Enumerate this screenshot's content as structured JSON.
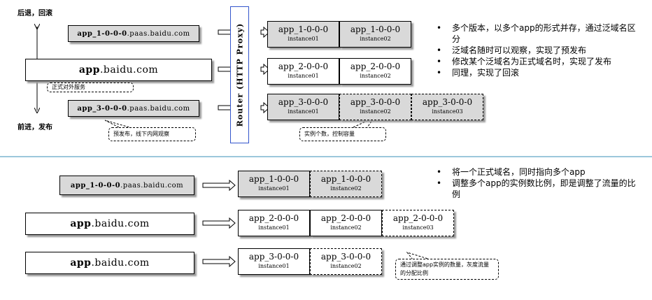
{
  "top": {
    "label_back": "后退，回滚",
    "label_forward": "前进，发布",
    "router_label": "Router (HTTP Proxy)",
    "domains": [
      {
        "bold": "app_1-0-0-0",
        "rest": ".paas.baidu.com"
      },
      {
        "bold": "app",
        "rest": ".baidu.com"
      },
      {
        "bold": "app_3-0-0-0",
        "rest": ".paas.baidu.com"
      }
    ],
    "callout_formal": "正式对外服务",
    "callout_prerelease": "预发布，线下内网观察",
    "callout_capacity": "实例个数，控制容量",
    "rows": [
      [
        {
          "name": "app_1-0-0-0",
          "inst": "instance01"
        },
        {
          "name": "app_1-0-0-0",
          "inst": "instance02"
        }
      ],
      [
        {
          "name": "app_2-0-0-0",
          "inst": "instance01"
        },
        {
          "name": "app_2-0-0-0",
          "inst": "instance02"
        }
      ],
      [
        {
          "name": "app_3-0-0-0",
          "inst": "instance01"
        },
        {
          "name": "app_3-0-0-0",
          "inst": "instance02"
        },
        {
          "name": "app_3-0-0-0",
          "inst": "instance03"
        }
      ]
    ],
    "bullets": [
      "多个版本，以多个app的形式并存，通过泛域名区分",
      "泛域名随时可以观察，实现了预发布",
      "修改某个泛域名为正式域名时，实现了发布",
      "同理，实现了回滚"
    ]
  },
  "bottom": {
    "domains": [
      {
        "bold": "app_1-0-0-0",
        "rest": ".paas.baidu.com"
      },
      {
        "bold": "app",
        "rest": ".baidu.com"
      },
      {
        "bold": "app",
        "rest": ".baidu.com"
      }
    ],
    "rows": [
      [
        {
          "name": "app_1-0-0-0",
          "inst": "instance01"
        },
        {
          "name": "app_1-0-0-0",
          "inst": "instance02"
        }
      ],
      [
        {
          "name": "app_2-0-0-0",
          "inst": "instance01"
        },
        {
          "name": "app_2-0-0-0",
          "inst": "instance02"
        },
        {
          "name": "app_2-0-0-0",
          "inst": "instance03"
        }
      ],
      [
        {
          "name": "app_3-0-0-0",
          "inst": "instance01"
        },
        {
          "name": "app_3-0-0-0",
          "inst": "instance02"
        }
      ]
    ],
    "callout_ratio": "通过调整app实例的数量，灰度流量的分配比例",
    "bullets": [
      "将一个正式域名，同时指向多个app",
      "调整多个app的实例数比例，即是调整了流量的比例"
    ]
  },
  "colors": {
    "gray_fill": "#d9d9d9",
    "divider": "#3a8fb7",
    "router_border": "#3355cc"
  }
}
